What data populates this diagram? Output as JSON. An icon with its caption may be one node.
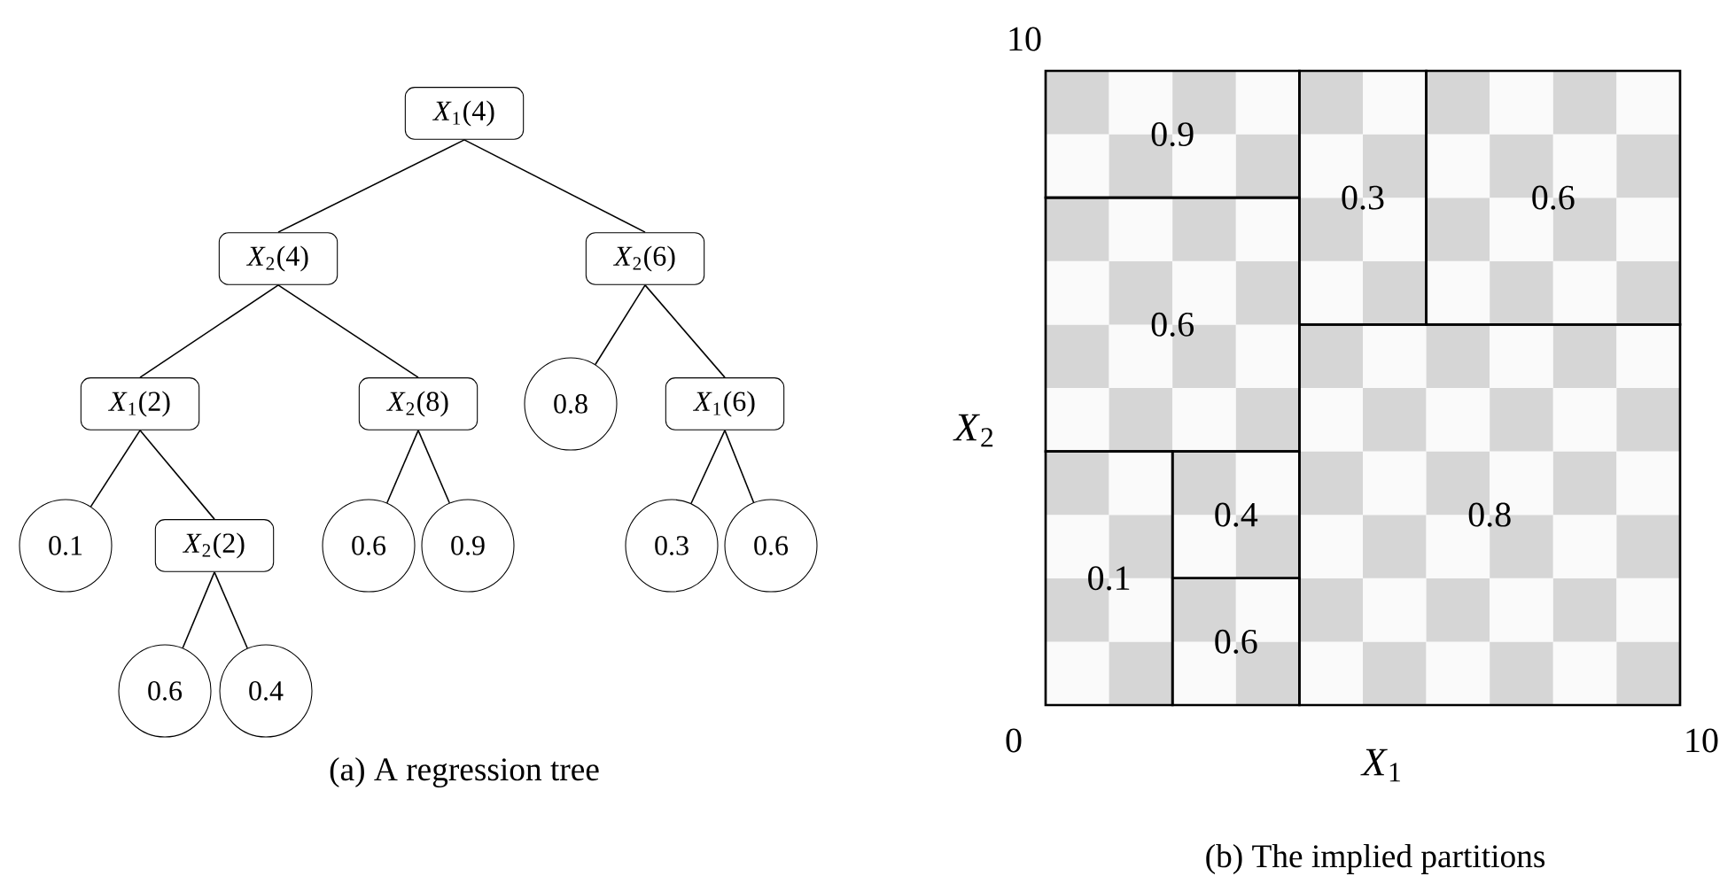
{
  "diagram": {
    "nodes": [
      {
        "text": [
          "*X*$_{1}$(4)"
        ]
      },
      {
        "text": [
          "*X*$_{2}$(4)"
        ]
      },
      {
        "text": [
          "*X*$_{2}$(6)"
        ]
      },
      {
        "text": [
          "*X*$_{1}$(2)"
        ]
      },
      {
        "text": [
          "*X*$_{2}$(8)"
        ]
      },
      {
        "text": [
          "0.8"
        ]
      },
      {
        "text": [
          "*X*$_{1}$(6)"
        ]
      },
      {
        "text": [
          "0.1"
        ]
      },
      {
        "text": [
          "*X*$_{2}$(2)"
        ]
      },
      {
        "text": [
          "0.6"
        ]
      },
      {
        "text": [
          "0.9"
        ]
      },
      {
        "text": [
          "0.3"
        ]
      },
      {
        "text": [
          "0.6"
        ]
      },
      {
        "text": [
          "0.6"
        ]
      },
      {
        "text": [
          "0.4"
        ]
      },
      {
        "text": [
          "0.9"
        ]
      },
      {
        "text": [
          "0.3"
        ]
      },
      {
        "text": [
          "0.6"
        ]
      },
      {
        "text": [
          "0.6"
        ]
      },
      {
        "text": [
          "0.8"
        ]
      },
      {
        "text": [
          "0.4"
        ]
      },
      {
        "text": [
          "0.1"
        ]
      },
      {
        "text": [
          "0.6"
        ]
      }
    ],
    "edges": [
      {
        "from": 0,
        "to": 1,
        "arrow": "none"
      },
      {
        "from": 0,
        "to": 2,
        "arrow": "none"
      },
      {
        "from": 1,
        "to": 3,
        "arrow": "none"
      },
      {
        "from": 1,
        "to": 4,
        "arrow": "none"
      },
      {
        "from": 2,
        "to": 5,
        "arrow": "none"
      },
      {
        "from": 2,
        "to": 6,
        "arrow": "none"
      },
      {
        "from": 3,
        "to": 7,
        "arrow": "none"
      },
      {
        "from": 3,
        "to": 8,
        "arrow": "none"
      },
      {
        "from": 4,
        "to": 9,
        "arrow": "none"
      },
      {
        "from": 4,
        "to": 10,
        "arrow": "none"
      },
      {
        "from": 6,
        "to": 11,
        "arrow": "none"
      },
      {
        "from": 6,
        "to": 12,
        "arrow": "none"
      },
      {
        "from": 8,
        "to": 13,
        "arrow": "none"
      },
      {
        "from": 8,
        "to": 14,
        "arrow": "none"
      }
    ],
    "labels": [
      "10",
      "*X*$_{2}$",
      "0",
      "*X*$_{1}$",
      "10",
      "(a) A regression tree",
      "(b) The implied partitions"
    ]
  }
}
